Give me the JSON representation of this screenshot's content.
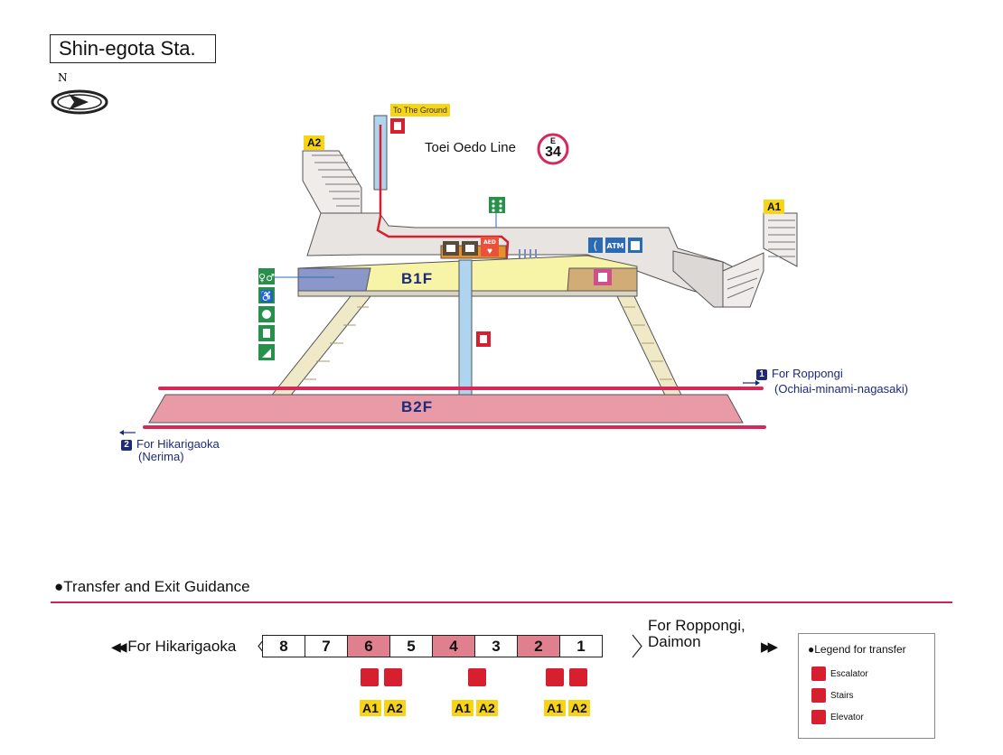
{
  "station": {
    "name": "Shin-egota Sta."
  },
  "map": {
    "line": {
      "name": "Toei Oedo Line",
      "code_letter": "E",
      "code_number": "34",
      "color": "#d7285a"
    },
    "ground_label": "To The Ground",
    "exits": {
      "a1": "A1",
      "a2": "A2"
    },
    "floors": {
      "b1": "B1F",
      "b2": "B2F"
    },
    "directions": {
      "east": {
        "number": "1",
        "label": "For Roppongi",
        "sublabel": "(Ochiai-minami-nagasaki)"
      },
      "west": {
        "number": "2",
        "label": "For Hikarigaoka",
        "sublabel": "(Nerima)"
      }
    },
    "facility_icons": [
      "restroom-icon",
      "wheelchair-restroom-icon",
      "baby-changing-icon",
      "ostomate-icon",
      "baby-seat-icon",
      "phone-icon",
      "atm-icon",
      "locker-icon",
      "aed-icon",
      "station-office-icon",
      "waiting-area-icon",
      "coin-locker-icon"
    ],
    "colors": {
      "concourse": "#f7f3a7",
      "platform": "#e89aa6",
      "passage": "#e8e4e2",
      "restroom_area": "#8c97c9",
      "shop_area": "#d2ac77"
    }
  },
  "guidance": {
    "title": "Transfer and Exit Guidance",
    "left_direction": "For Hikarigaoka",
    "right_direction_line1": "For Roppongi,",
    "right_direction_line2": "Daimon",
    "cars": [
      {
        "number": "8",
        "highlight": false
      },
      {
        "number": "7",
        "highlight": false
      },
      {
        "number": "6",
        "highlight": true
      },
      {
        "number": "5",
        "highlight": false
      },
      {
        "number": "4",
        "highlight": true
      },
      {
        "number": "3",
        "highlight": false
      },
      {
        "number": "2",
        "highlight": true
      },
      {
        "number": "1",
        "highlight": false
      }
    ],
    "car6": {
      "exit1": "A1",
      "exit2": "A2"
    },
    "car4": {
      "exit1": "A1",
      "exit2": "A2"
    },
    "car2": {
      "exit1": "A1",
      "exit2": "A2"
    }
  },
  "legend": {
    "title": "Legend for transfer",
    "escalator": "Escalator",
    "stairs": "Stairs",
    "elevator": "Elevator"
  }
}
